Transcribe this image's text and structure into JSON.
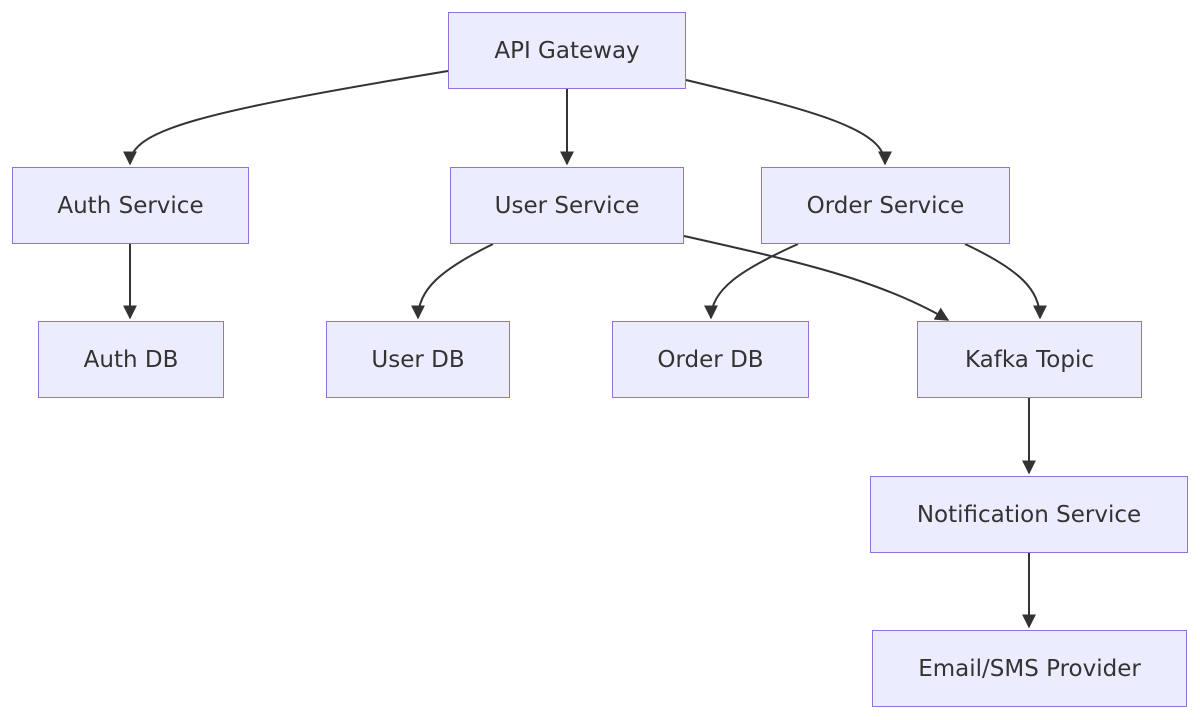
{
  "diagram": {
    "nodes": {
      "api_gateway": "API Gateway",
      "auth_service": "Auth Service",
      "user_service": "User Service",
      "order_service": "Order Service",
      "auth_db": "Auth DB",
      "user_db": "User DB",
      "order_db": "Order DB",
      "kafka_topic": "Kafka Topic",
      "notification_service": "Notification Service",
      "email_sms_provider": "Email/SMS Provider"
    },
    "edges": [
      {
        "from": "API Gateway",
        "to": "Auth Service"
      },
      {
        "from": "API Gateway",
        "to": "User Service"
      },
      {
        "from": "API Gateway",
        "to": "Order Service"
      },
      {
        "from": "Auth Service",
        "to": "Auth DB"
      },
      {
        "from": "User Service",
        "to": "User DB"
      },
      {
        "from": "User Service",
        "to": "Kafka Topic"
      },
      {
        "from": "Order Service",
        "to": "Order DB"
      },
      {
        "from": "Order Service",
        "to": "Kafka Topic"
      },
      {
        "from": "Kafka Topic",
        "to": "Notification Service"
      },
      {
        "from": "Notification Service",
        "to": "Email/SMS Provider"
      }
    ],
    "colors": {
      "node_fill": "#ECECFF",
      "node_border": "#9370DB",
      "edge": "#333333",
      "text": "#333333"
    }
  }
}
